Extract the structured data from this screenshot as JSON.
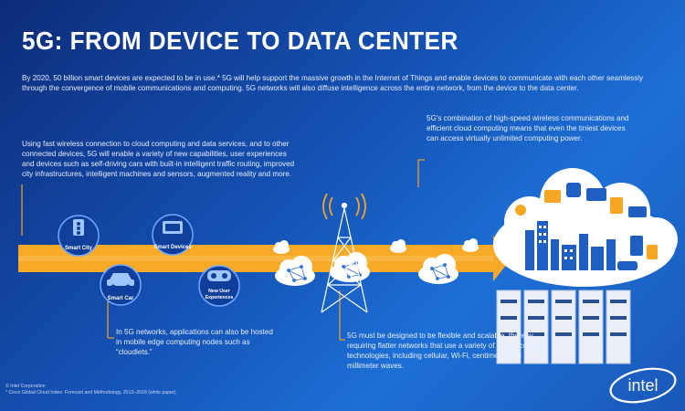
{
  "title": "5G:  FROM DEVICE TO DATA CENTER",
  "intro": "By 2020, 50 billion smart devices are expected to be in use.*  5G will help support the massive growth in the Internet of Things and enable devices to communicate with each other seamlessly through the convergence of mobile communications and computing.  5G networks will also diffuse intelligence across the entire network, from the device to the data center.",
  "left_paragraph": "Using fast wireless connection to cloud computing and data services, and to other connected devices, 5G will enable a variety of new capabilities, user experiences and devices such as self-driving cars with built-in intelligent traffic routing, improved city infrastructures, intelligent machines and sensors, augmented reality and more.",
  "right_paragraph": "5G's combination of high-speed wireless communications and efficient cloud computing means that even the tiniest devices can access virtually unlimited computing power.",
  "cloudlets_paragraph": "In 5G networks, applications can also be hosted in mobile edge computing nodes such as “cloudlets.”",
  "network_paragraph": "5G must be designed to be flexible and scalable, thereby, requiring flatter networks that use a variety of radio access technologies, including cellular, Wi-Fi, centimeter and millimeter waves.",
  "badges": {
    "smart_city": "Smart City",
    "smart_devices": "Smart Devices",
    "smart_car": "Smart Car",
    "new_user_1": "New User",
    "new_user_2": "Experiences"
  },
  "footnote_1": "© Intel Corporation",
  "footnote_2": "* Cisco Global Cloud Index: Forecast and Methodology, 2013–2018 (white paper).",
  "logo_text": "intel",
  "colors": {
    "accent_orange": "#f5a623",
    "background_dark": "#0d2c7a",
    "background_light": "#1d6fd6",
    "badge_blue": "#0f3f9a"
  }
}
